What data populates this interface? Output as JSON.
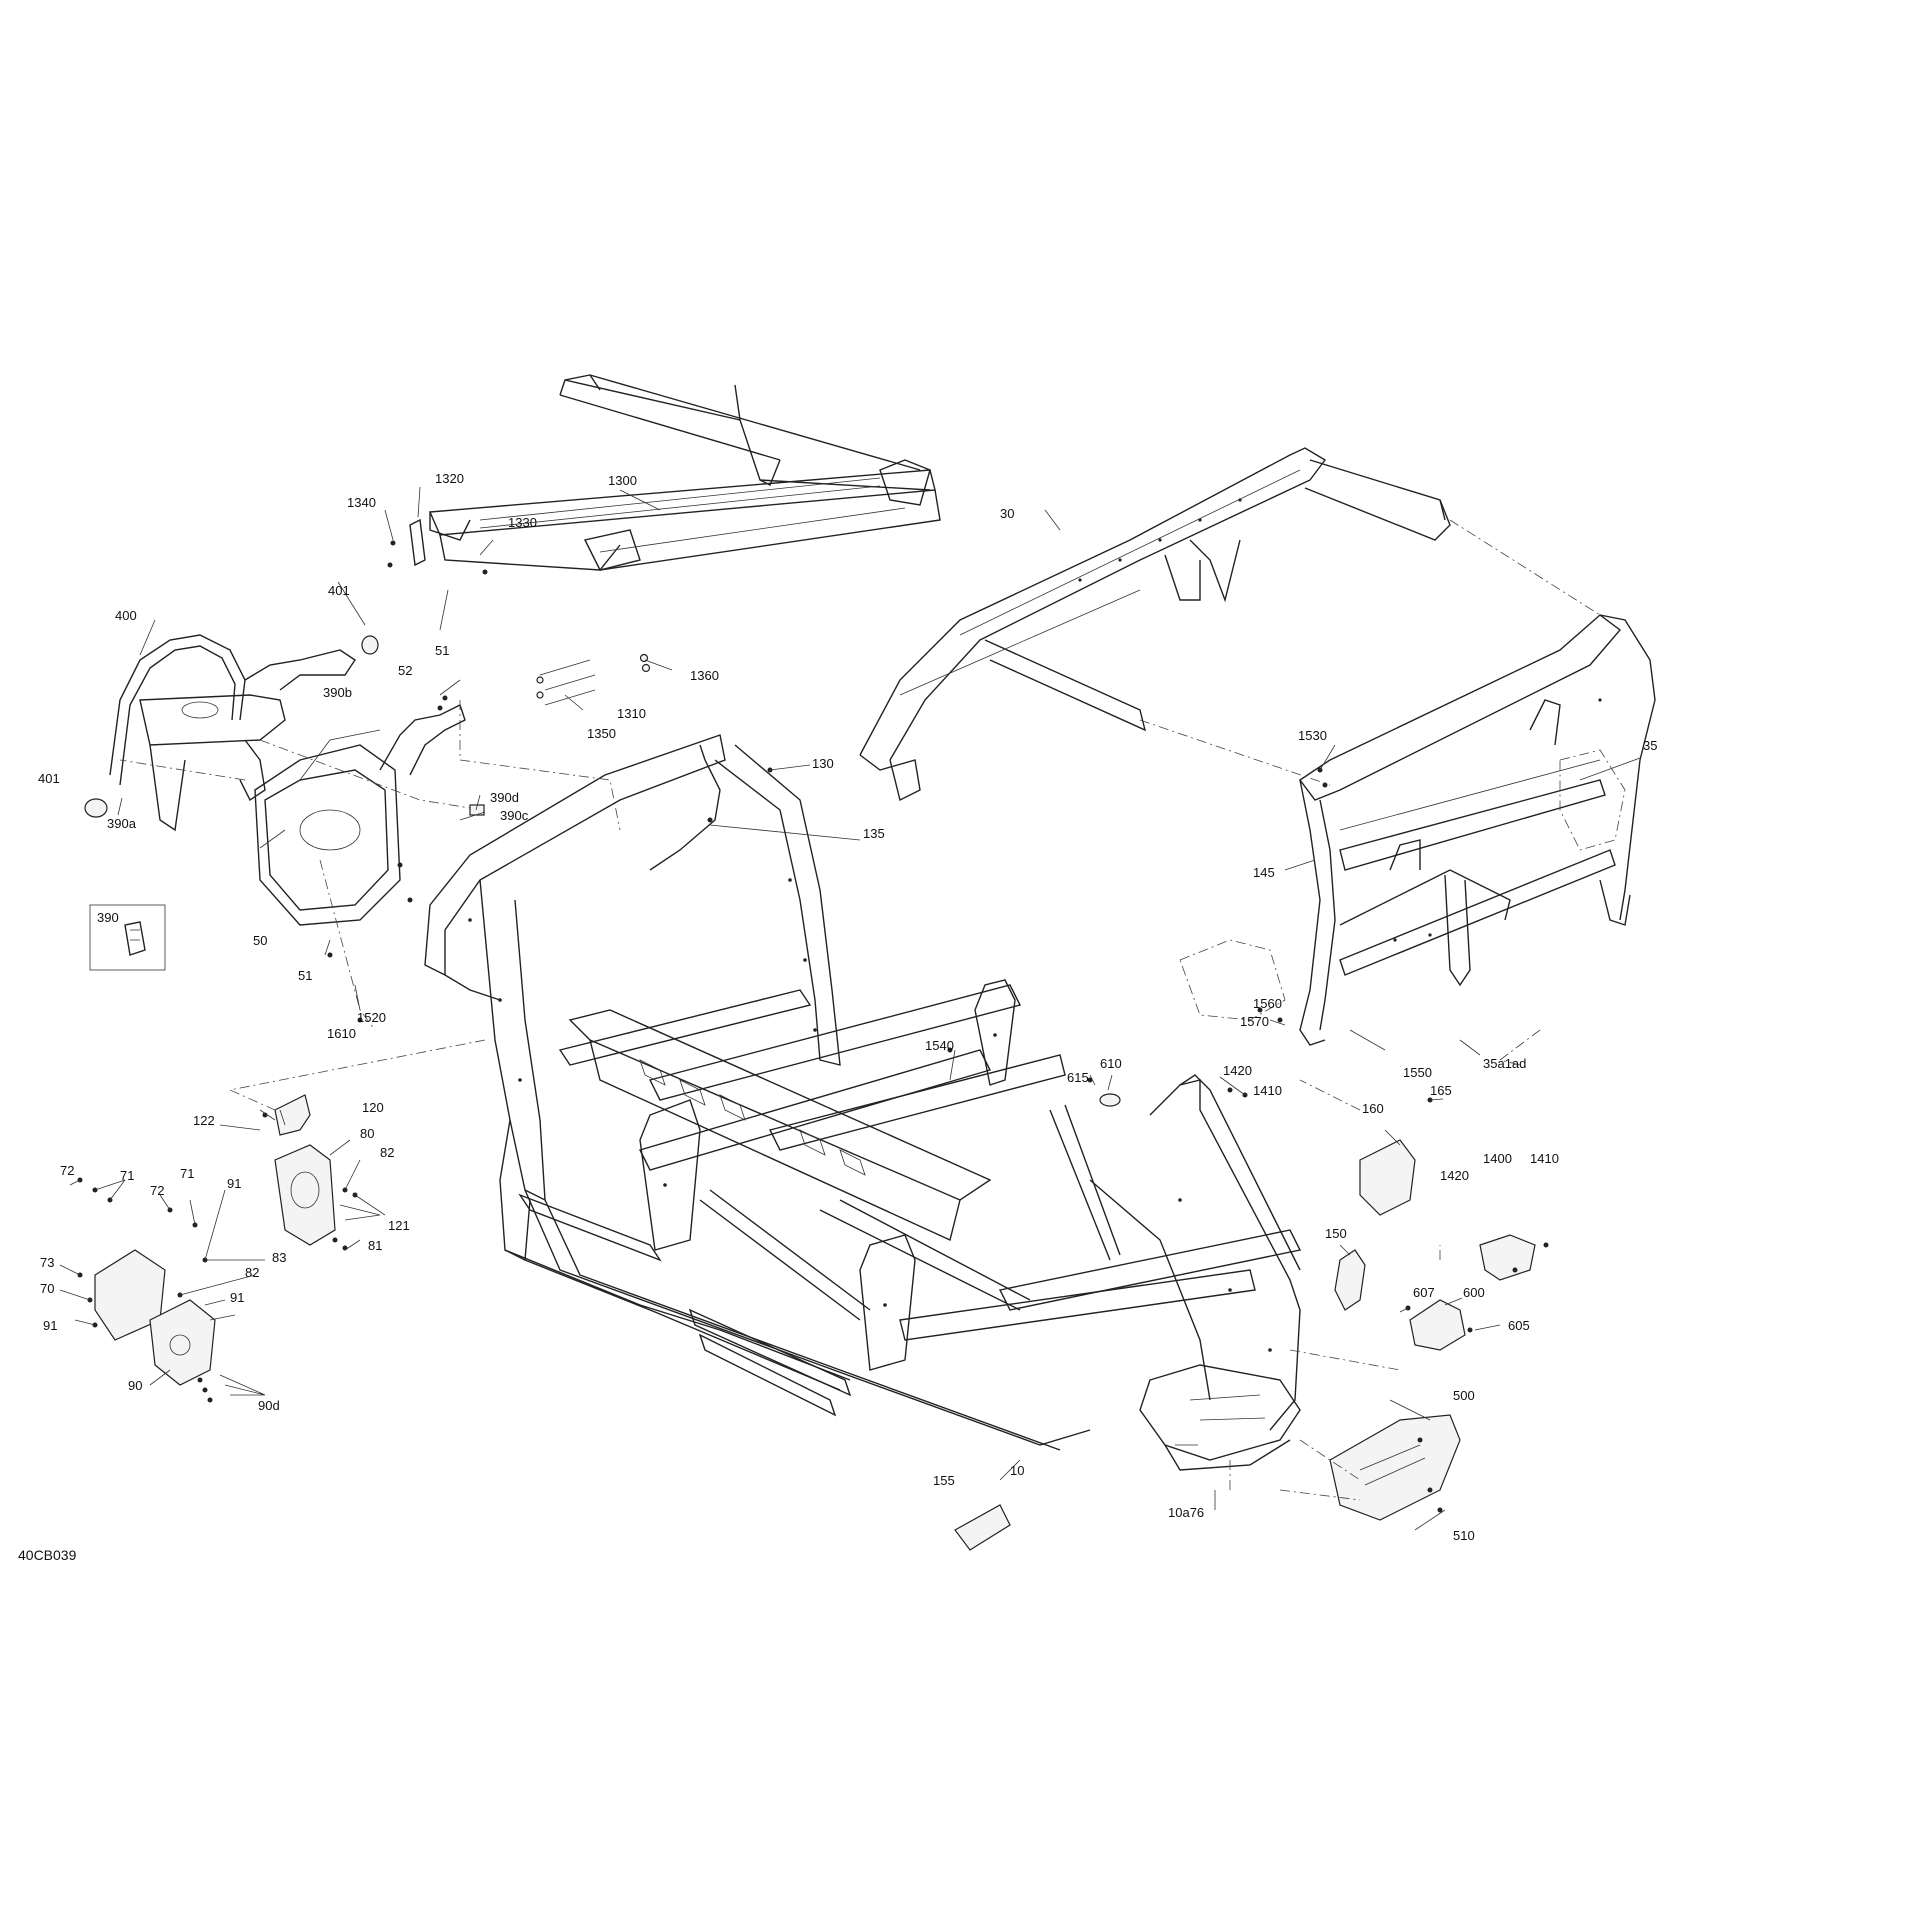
{
  "figure_code": "40CB039",
  "labels": [
    {
      "id": "1300",
      "text": "1300"
    },
    {
      "id": "1320",
      "text": "1320"
    },
    {
      "id": "1340",
      "text": "1340"
    },
    {
      "id": "1330",
      "text": "1330"
    },
    {
      "id": "1360",
      "text": "1360"
    },
    {
      "id": "1310",
      "text": "1310"
    },
    {
      "id": "1350",
      "text": "1350"
    },
    {
      "id": "401a",
      "text": "401"
    },
    {
      "id": "400",
      "text": "400"
    },
    {
      "id": "51a",
      "text": "51"
    },
    {
      "id": "52",
      "text": "52"
    },
    {
      "id": "390b",
      "text": "390b"
    },
    {
      "id": "401b",
      "text": "401"
    },
    {
      "id": "390a",
      "text": "390a"
    },
    {
      "id": "390d",
      "text": "390d"
    },
    {
      "id": "390c",
      "text": "390c"
    },
    {
      "id": "390",
      "text": "390"
    },
    {
      "id": "50",
      "text": "50"
    },
    {
      "id": "51b",
      "text": "51"
    },
    {
      "id": "1520",
      "text": "1520"
    },
    {
      "id": "1610",
      "text": "1610"
    },
    {
      "id": "130",
      "text": "130"
    },
    {
      "id": "135",
      "text": "135"
    },
    {
      "id": "30",
      "text": "30"
    },
    {
      "id": "1530",
      "text": "1530"
    },
    {
      "id": "35",
      "text": "35"
    },
    {
      "id": "145",
      "text": "145"
    },
    {
      "id": "1560",
      "text": "1560"
    },
    {
      "id": "1570",
      "text": "1570"
    },
    {
      "id": "35a1ad",
      "text": "35a1ad"
    },
    {
      "id": "1550",
      "text": "1550"
    },
    {
      "id": "1540",
      "text": "1540"
    },
    {
      "id": "610",
      "text": "610"
    },
    {
      "id": "615",
      "text": "615"
    },
    {
      "id": "1420a",
      "text": "1420"
    },
    {
      "id": "1410a",
      "text": "1410"
    },
    {
      "id": "165",
      "text": "165"
    },
    {
      "id": "160",
      "text": "160"
    },
    {
      "id": "1400",
      "text": "1400"
    },
    {
      "id": "1410b",
      "text": "1410"
    },
    {
      "id": "1420b",
      "text": "1420"
    },
    {
      "id": "150",
      "text": "150"
    },
    {
      "id": "607",
      "text": "607"
    },
    {
      "id": "600",
      "text": "600"
    },
    {
      "id": "605",
      "text": "605"
    },
    {
      "id": "120",
      "text": "120"
    },
    {
      "id": "122",
      "text": "122"
    },
    {
      "id": "80",
      "text": "80"
    },
    {
      "id": "82a",
      "text": "82"
    },
    {
      "id": "121",
      "text": "121"
    },
    {
      "id": "81",
      "text": "81"
    },
    {
      "id": "72a",
      "text": "72"
    },
    {
      "id": "71a",
      "text": "71"
    },
    {
      "id": "72b",
      "text": "72"
    },
    {
      "id": "71b",
      "text": "71"
    },
    {
      "id": "91a",
      "text": "91"
    },
    {
      "id": "73",
      "text": "73"
    },
    {
      "id": "70",
      "text": "70"
    },
    {
      "id": "83",
      "text": "83"
    },
    {
      "id": "82b",
      "text": "82"
    },
    {
      "id": "91b",
      "text": "91"
    },
    {
      "id": "91c",
      "text": "91"
    },
    {
      "id": "90",
      "text": "90"
    },
    {
      "id": "90d",
      "text": "90d"
    },
    {
      "id": "10",
      "text": "10"
    },
    {
      "id": "155",
      "text": "155"
    },
    {
      "id": "10a76",
      "text": "10a76"
    },
    {
      "id": "500",
      "text": "500"
    },
    {
      "id": "510",
      "text": "510"
    }
  ]
}
